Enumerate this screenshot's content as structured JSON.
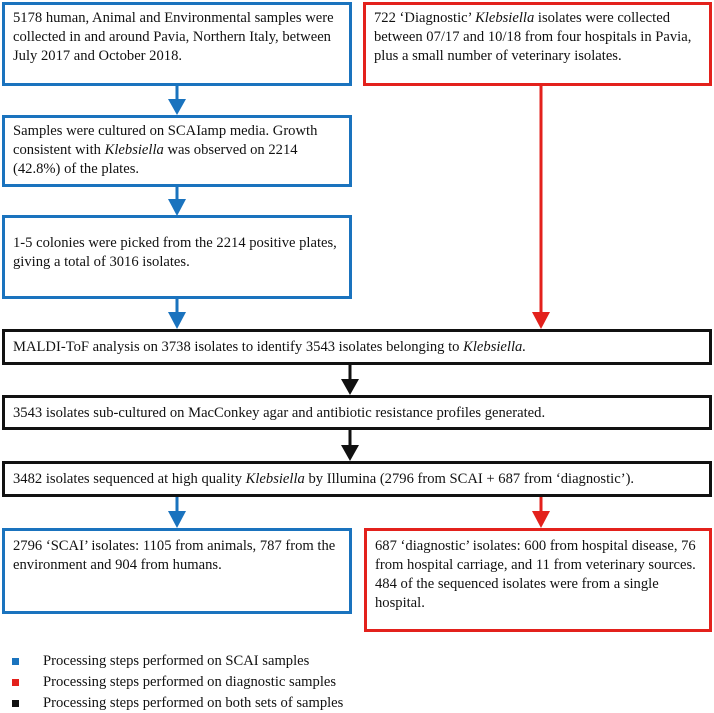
{
  "boxes": {
    "scai_samples": {
      "text": "5178 human, Animal and Environmental samples were collected in and around Pavia, Northern Italy, between July 2017 and October 2018."
    },
    "diagnostic_isolates": {
      "pre": "722 ‘Diagnostic’ ",
      "italic": "Klebsiella",
      "post": " isolates were collected between 07/17 and 10/18 from four hospitals in Pavia, plus a small number of veterinary isolates."
    },
    "cultured": {
      "pre": "Samples were cultured on SCAIamp media. Growth consistent with ",
      "italic": "Klebsiella",
      "post": " was observed on 2214 (42.8%) of the plates."
    },
    "colonies": {
      "text": "1-5 colonies were picked from the 2214 positive plates, giving a total of 3016 isolates."
    },
    "maldi": {
      "pre": "MALDI-ToF analysis on 3738 isolates to identify 3543 isolates belonging to ",
      "italic": "Klebsiella.",
      "post": ""
    },
    "subcultured": {
      "text": "3543 isolates sub-cultured on MacConkey agar and antibiotic resistance profiles generated."
    },
    "sequenced": {
      "pre": "3482 isolates sequenced at high quality ",
      "italic": "Klebsiella",
      "post": " by Illumina (2796 from SCAI + 687 from ‘diagnostic’)."
    },
    "scai_result": {
      "text": "2796 ‘SCAI’ isolates: 1105 from animals, 787 from the environment and 904 from humans."
    },
    "diagnostic_result": {
      "text": "687 ‘diagnostic’ isolates: 600 from hospital disease, 76 from hospital carriage, and 11 from veterinary sources. 484 of the sequenced isolates were from a single hospital."
    }
  },
  "legend": [
    {
      "color": "#1a73be",
      "label": "Processing steps performed on SCAI samples"
    },
    {
      "color": "#e3211c",
      "label": "Processing steps performed on diagnostic samples"
    },
    {
      "color": "#111111",
      "label": "Processing steps performed on both sets of samples"
    }
  ],
  "colors": {
    "scai": "#1a73be",
    "diagnostic": "#e3211c",
    "both": "#111111"
  }
}
